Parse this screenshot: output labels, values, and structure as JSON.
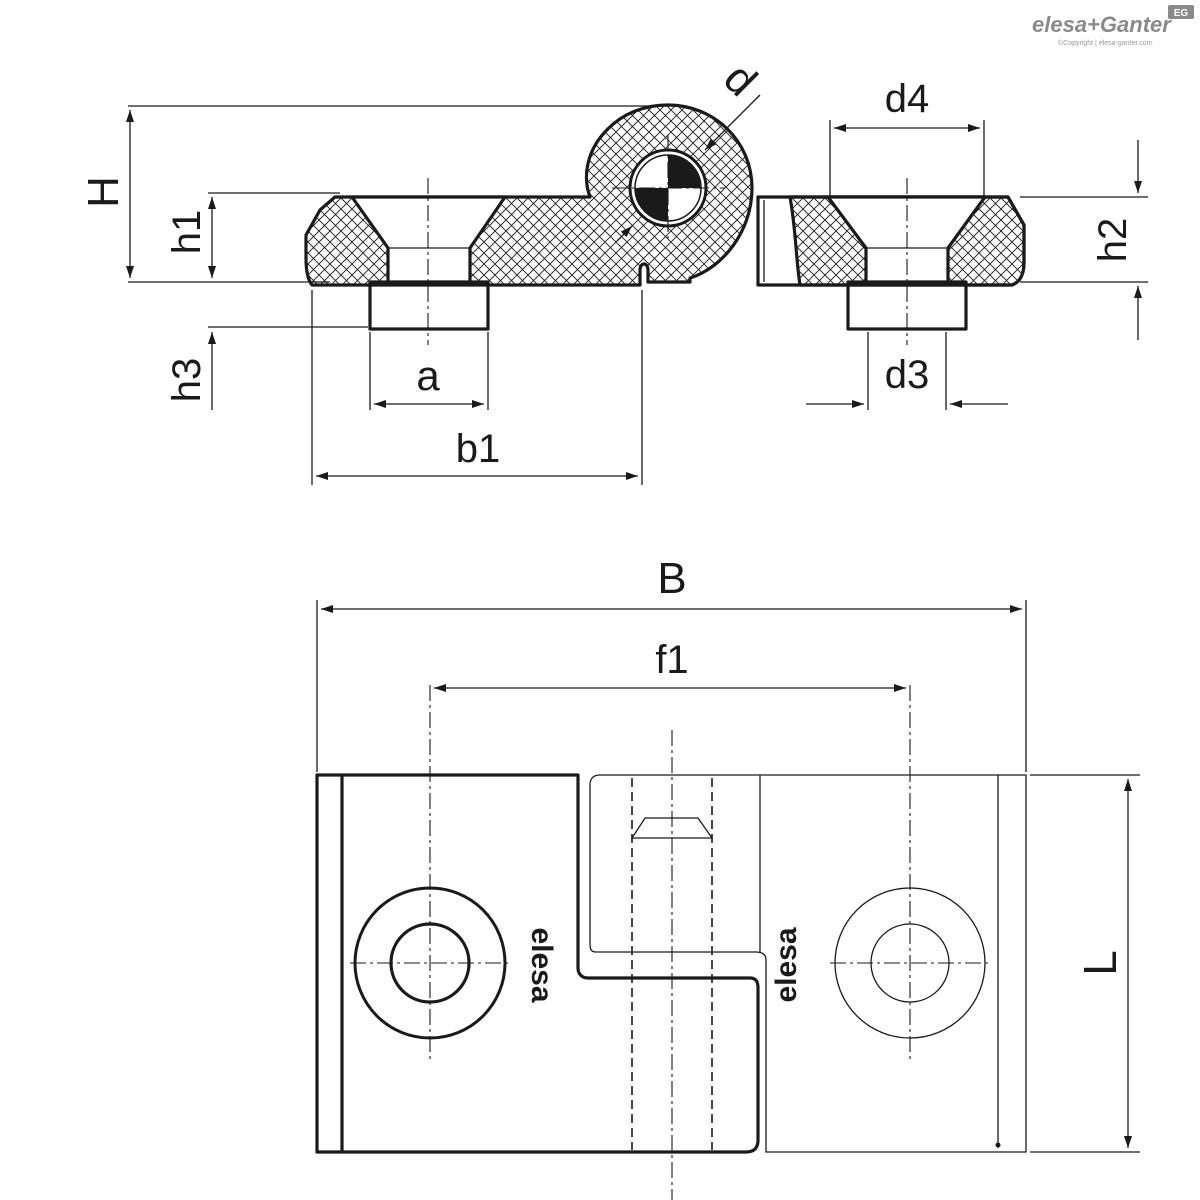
{
  "brand": {
    "name": "elesa+Ganter",
    "copyright": "©Copyright | elesa-ganter.com",
    "badge": "EG"
  },
  "dimensions": {
    "H": "H",
    "h1": "h1",
    "h2": "h2",
    "h3": "h3",
    "a": "a",
    "b1": "b1",
    "d": "d",
    "d3": "d3",
    "d4": "d4",
    "B": "B",
    "f1": "f1",
    "L": "L"
  },
  "part_marking": "elesa",
  "colors": {
    "line": "#1a1a1a",
    "brand": "#8a8a8a"
  }
}
